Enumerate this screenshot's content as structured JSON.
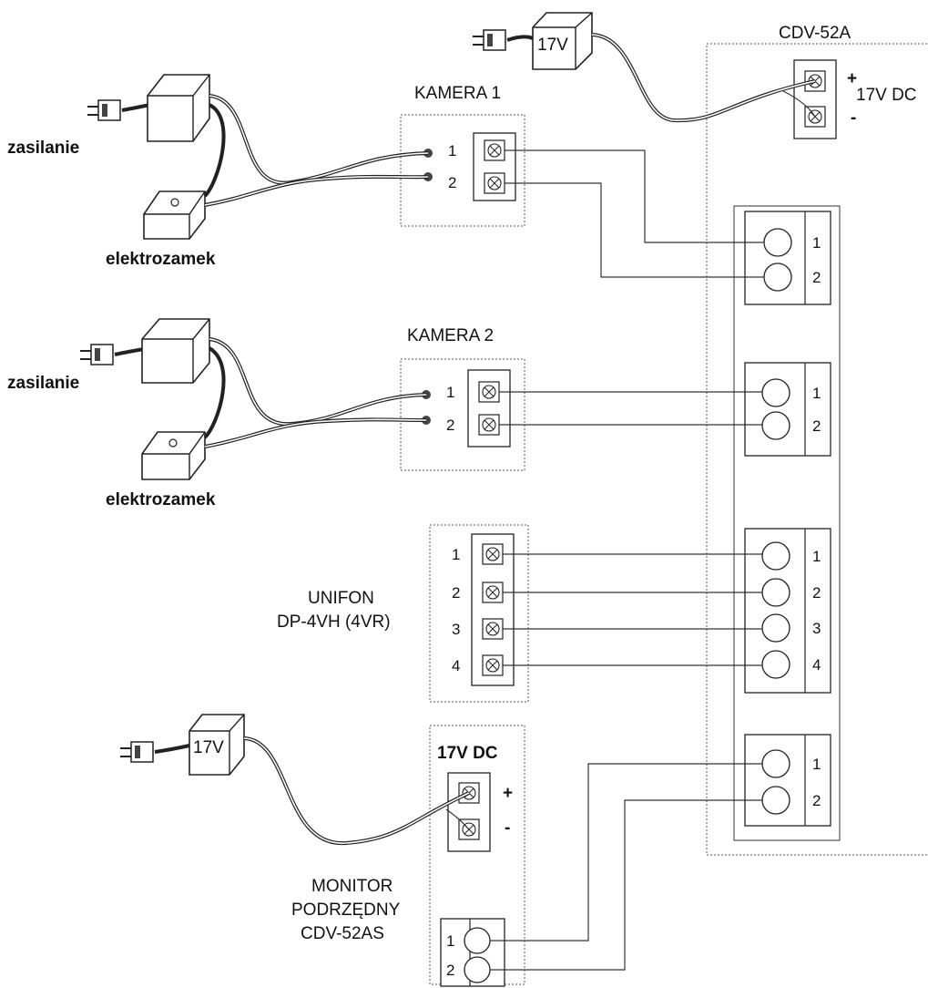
{
  "labels": {
    "cdv": "CDV-52A",
    "plus": "+",
    "minus": "-",
    "dc17": "17V DC",
    "adapter": "17V",
    "kamera1": "KAMERA 1",
    "kamera2": "KAMERA 2",
    "zasilanie": "zasilanie",
    "elektrozamek": "elektrozamek",
    "unifon1": "UNIFON",
    "unifon2": "DP-4VH (4VR)",
    "monitor1": "MONITOR",
    "monitor2": "PODRZĘDNY",
    "monitor3": "CDV-52AS",
    "n1": "1",
    "n2": "2",
    "n3": "3",
    "n4": "4"
  }
}
